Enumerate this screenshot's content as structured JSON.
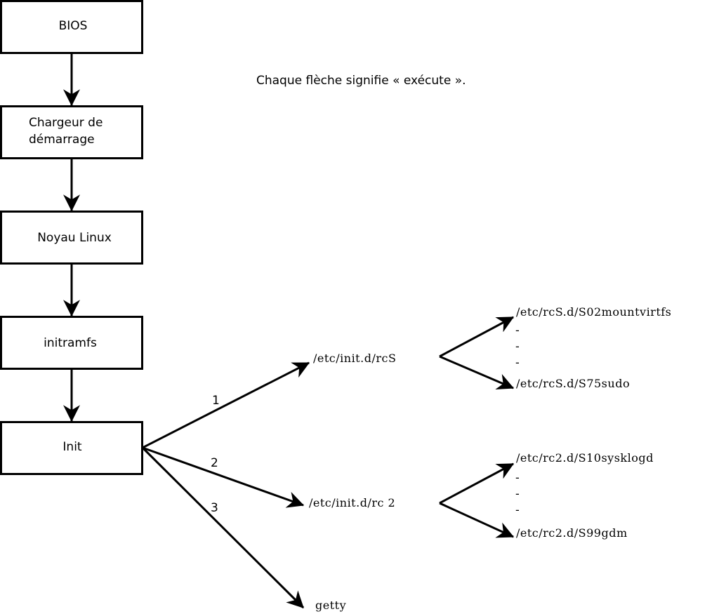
{
  "note": "Chaque flèche signifie « exécute ».",
  "boxes": {
    "bios": "BIOS",
    "bootloader_line1": "Chargeur de",
    "bootloader_line2": "démarrage",
    "kernel": "Noyau Linux",
    "initramfs": "initramfs",
    "init": "Init"
  },
  "branches": {
    "rcS": {
      "number": "1",
      "label": "/etc/init.d/rcS"
    },
    "rc2": {
      "number": "2",
      "label": "/etc/init.d/rc 2"
    },
    "getty": {
      "number": "3",
      "label": "getty"
    }
  },
  "rcS_scripts": {
    "first": "/etc/rcS.d/S02mountvirtfs",
    "ellipsis": [
      "-",
      "-",
      "-"
    ],
    "last": "/etc/rcS.d/S75sudo"
  },
  "rc2_scripts": {
    "first": "/etc/rc2.d/S10sysklogd",
    "ellipsis": [
      "-",
      "-",
      "-"
    ],
    "last": "/etc/rc2.d/S99gdm"
  }
}
